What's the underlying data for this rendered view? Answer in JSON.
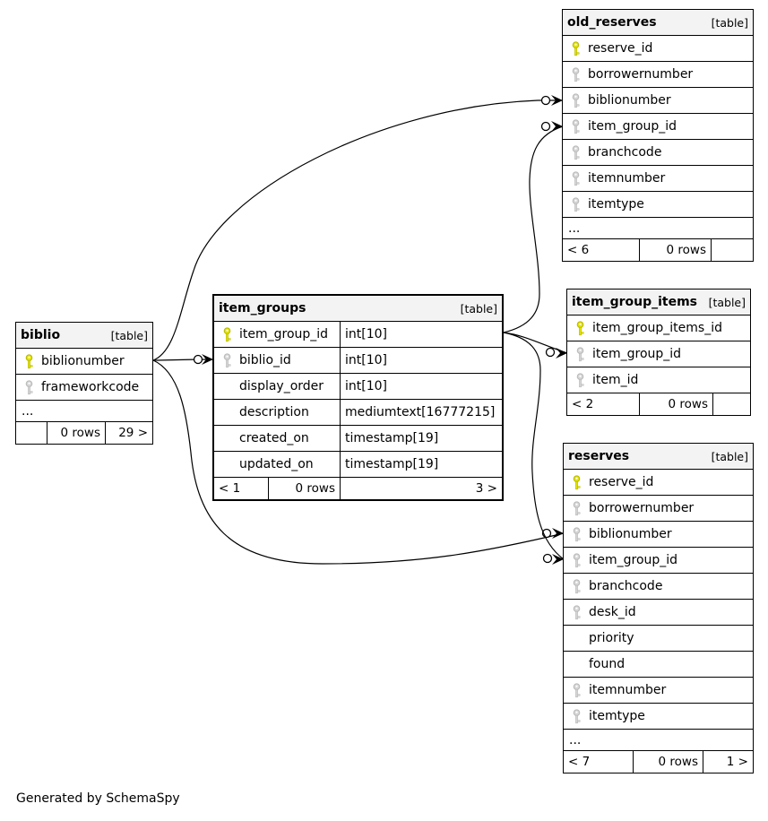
{
  "diagram": {
    "note": "Generated by SchemaSpy",
    "colors": {
      "background": "#ffffff",
      "table_header_bg": "#f3f3f3",
      "border": "#000000",
      "primary_key": "#e4e400",
      "index_key": "#d6d6d6",
      "edge": "#000000"
    }
  },
  "tables": [
    {
      "id": "old_reserves",
      "name": "old_reserves",
      "kind": "[table]",
      "columns": [
        {
          "name": "reserve_id",
          "key": "pk"
        },
        {
          "name": "borrowernumber",
          "key": "fk"
        },
        {
          "name": "biblionumber",
          "key": "fk"
        },
        {
          "name": "item_group_id",
          "key": "fk"
        },
        {
          "name": "branchcode",
          "key": "fk"
        },
        {
          "name": "itemnumber",
          "key": "fk"
        },
        {
          "name": "itemtype",
          "key": "fk"
        },
        {
          "name": "...",
          "ellipsis": true
        }
      ],
      "footer": {
        "left": "< 6",
        "center": "0 rows",
        "right": ""
      }
    },
    {
      "id": "item_group_items",
      "name": "item_group_items",
      "kind": "[table]",
      "columns": [
        {
          "name": "item_group_items_id",
          "key": "pk"
        },
        {
          "name": "item_group_id",
          "key": "fk"
        },
        {
          "name": "item_id",
          "key": "fk"
        }
      ],
      "footer": {
        "left": "< 2",
        "center": "0 rows",
        "right": ""
      }
    },
    {
      "id": "reserves",
      "name": "reserves",
      "kind": "[table]",
      "columns": [
        {
          "name": "reserve_id",
          "key": "pk"
        },
        {
          "name": "borrowernumber",
          "key": "fk"
        },
        {
          "name": "biblionumber",
          "key": "fk"
        },
        {
          "name": "item_group_id",
          "key": "fk"
        },
        {
          "name": "branchcode",
          "key": "fk"
        },
        {
          "name": "desk_id",
          "key": "fk"
        },
        {
          "name": "priority",
          "key": "none"
        },
        {
          "name": "found",
          "key": "none"
        },
        {
          "name": "itemnumber",
          "key": "fk"
        },
        {
          "name": "itemtype",
          "key": "fk"
        },
        {
          "name": "...",
          "ellipsis": true
        }
      ],
      "footer": {
        "left": "< 7",
        "center": "0 rows",
        "right": "1 >"
      }
    },
    {
      "id": "item_groups",
      "name": "item_groups",
      "kind": "[table]",
      "columns": [
        {
          "name": "item_group_id",
          "key": "pk",
          "type": "int[10]"
        },
        {
          "name": "biblio_id",
          "key": "fk",
          "type": "int[10]"
        },
        {
          "name": "display_order",
          "key": "none",
          "type": "int[10]"
        },
        {
          "name": "description",
          "key": "none",
          "type": "mediumtext[16777215]"
        },
        {
          "name": "created_on",
          "key": "none",
          "type": "timestamp[19]"
        },
        {
          "name": "updated_on",
          "key": "none",
          "type": "timestamp[19]"
        }
      ],
      "footer": {
        "left": "< 1",
        "center": "0 rows",
        "right": "3 >"
      }
    },
    {
      "id": "biblio",
      "name": "biblio",
      "kind": "[table]",
      "columns": [
        {
          "name": "biblionumber",
          "key": "pk"
        },
        {
          "name": "frameworkcode",
          "key": "fk"
        },
        {
          "name": "...",
          "ellipsis": true
        }
      ],
      "footer": {
        "left": "",
        "center": "0 rows",
        "right": "29 >"
      }
    }
  ],
  "relationships": [
    {
      "from": "biblio.biblionumber",
      "to": "old_reserves.biblionumber"
    },
    {
      "from": "biblio.biblionumber",
      "to": "item_groups.biblio_id"
    },
    {
      "from": "biblio.biblionumber",
      "to": "reserves.biblionumber"
    },
    {
      "from": "item_groups.item_group_id",
      "to": "old_reserves.item_group_id"
    },
    {
      "from": "item_groups.item_group_id",
      "to": "item_group_items.item_group_id"
    },
    {
      "from": "item_groups.item_group_id",
      "to": "reserves.item_group_id"
    }
  ]
}
